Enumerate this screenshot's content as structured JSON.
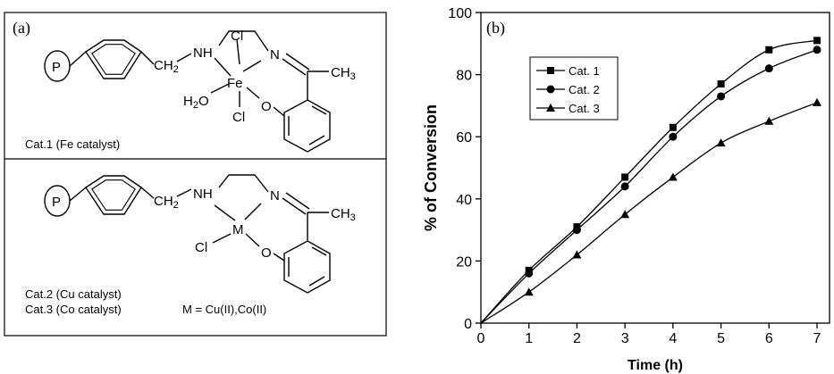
{
  "scheme": {
    "panel_label": "(a)",
    "cat1": {
      "p_label": "P",
      "ch2": "CH",
      "ch2_sub": "2",
      "nh": "NH",
      "cl_top": "Cl",
      "fe": "Fe",
      "n": "N",
      "ch3": "CH",
      "ch3_sub": "3",
      "h2o_h": "H",
      "h2o_sub": "2",
      "h2o_o": "O",
      "cl_bottom": "Cl",
      "o": "O",
      "caption": "Cat.1 (Fe catalyst)"
    },
    "cat23": {
      "p_label": "P",
      "ch2": "CH",
      "ch2_sub": "2",
      "nh": "NH",
      "m": "M",
      "n": "N",
      "ch3": "CH",
      "ch3_sub": "3",
      "cl": "Cl",
      "o": "O",
      "caption2": "Cat.2 (Cu catalyst)",
      "caption3": "Cat.3 (Co catalyst)",
      "metal_note": "M = Cu(II),Co(II)"
    }
  },
  "chart_data": {
    "type": "line",
    "panel_label": "(b)",
    "xlabel": "Time (h)",
    "ylabel": "% of Conversion",
    "xlim": [
      0,
      7
    ],
    "ylim": [
      0,
      100
    ],
    "x": [
      0,
      1,
      2,
      3,
      4,
      5,
      6,
      7
    ],
    "xticks": [
      "0",
      "1",
      "2",
      "3",
      "4",
      "5",
      "6",
      "7"
    ],
    "yticks": [
      "0",
      "20",
      "40",
      "60",
      "80",
      "100"
    ],
    "grid": false,
    "legend_position": "top-left",
    "series": [
      {
        "name": "Cat. 1",
        "marker": "square",
        "values": [
          0,
          17,
          31,
          47,
          63,
          77,
          88,
          91
        ]
      },
      {
        "name": "Cat. 2",
        "marker": "circle",
        "values": [
          0,
          16,
          30,
          44,
          60,
          73,
          82,
          88
        ]
      },
      {
        "name": "Cat. 3",
        "marker": "triangle",
        "values": [
          0,
          10,
          22,
          35,
          47,
          58,
          65,
          71
        ]
      }
    ]
  }
}
